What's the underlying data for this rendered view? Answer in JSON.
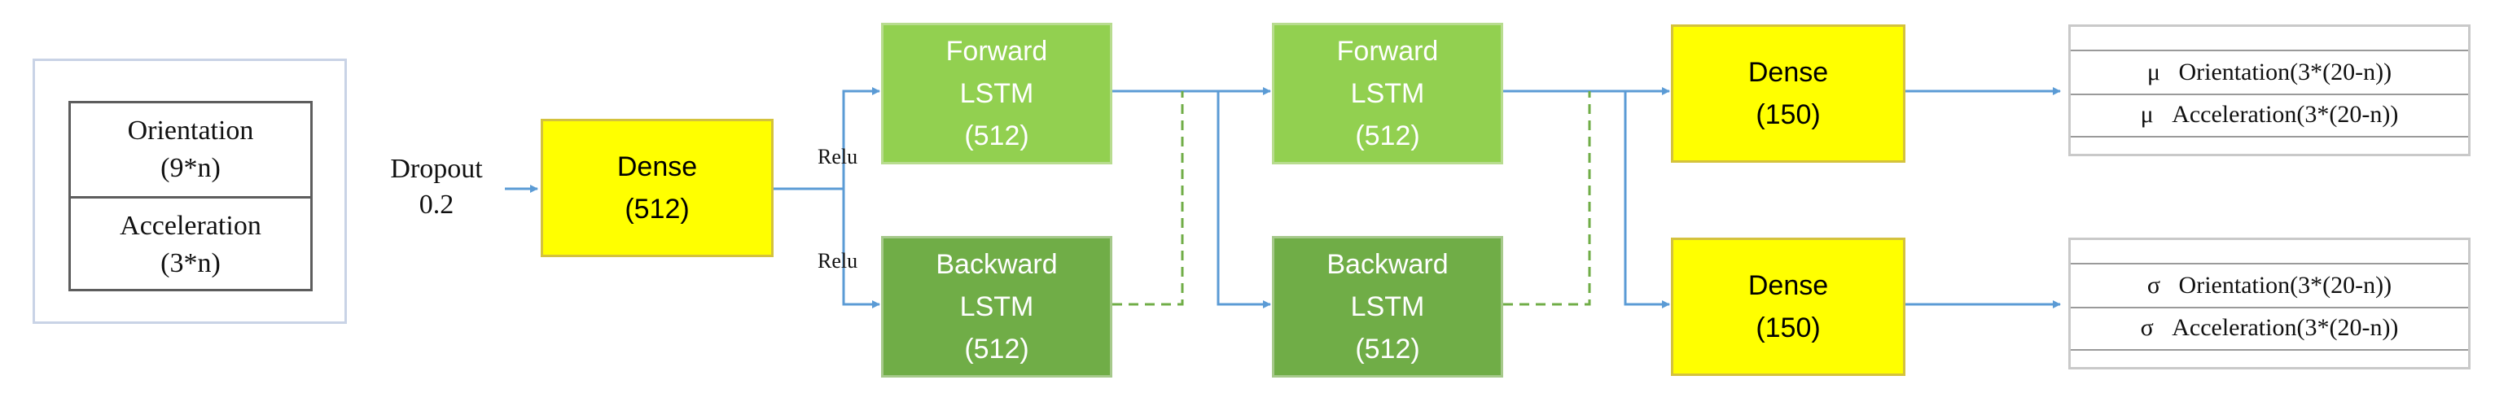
{
  "input": {
    "cells": [
      {
        "name": "Orientation",
        "dim": "(9*n)"
      },
      {
        "name": "Acceleration",
        "dim": "(3*n)"
      }
    ]
  },
  "dropout": {
    "label": "Dropout",
    "value": "0.2"
  },
  "dense_1": {
    "title": "Dense",
    "units": "(512)"
  },
  "relu_top": "Relu",
  "relu_bottom": "Relu",
  "lstm_1_forward": {
    "line1": "Forward",
    "line2": "LSTM",
    "units": "(512)"
  },
  "lstm_1_backward": {
    "line1": "Backward",
    "line2": "LSTM",
    "units": "(512)"
  },
  "lstm_2_forward": {
    "line1": "Forward",
    "line2": "LSTM",
    "units": "(512)"
  },
  "lstm_2_backward": {
    "line1": "Backward",
    "line2": "LSTM",
    "units": "(512)"
  },
  "dense_mu": {
    "title": "Dense",
    "units": "(150)"
  },
  "dense_sigma": {
    "title": "Dense",
    "units": "(150)"
  },
  "output_mu": {
    "rows": [
      "μ   Orientation(3*(20-n))",
      "μ   Acceleration(3*(20-n))"
    ]
  },
  "output_sigma": {
    "rows": [
      "σ   Orientation(3*(20-n))",
      "σ   Acceleration(3*(20-n))"
    ]
  },
  "colors": {
    "dense": "#ffff00",
    "forward_lstm": "#92d050",
    "backward_lstm": "#70ad47",
    "arrow": "#5b9bd5",
    "dashed_connector": "#70ad47"
  }
}
